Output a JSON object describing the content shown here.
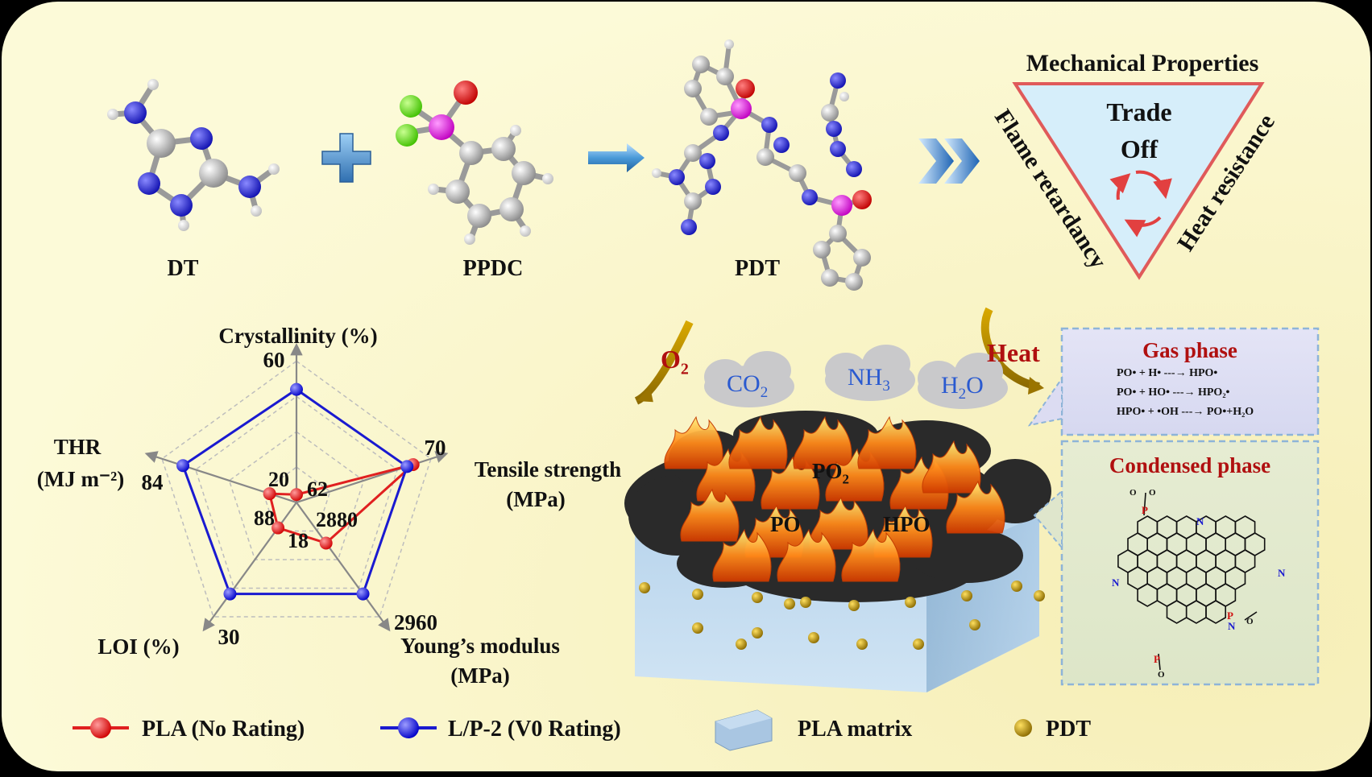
{
  "molecules": {
    "dt": "DT",
    "ppdc": "PPDC",
    "pdt": "PDT"
  },
  "triangle": {
    "top": "Mechanical Properties",
    "left": "Flame retardancy",
    "right": "Heat resistance",
    "center_line1": "Trade",
    "center_line2": "Off"
  },
  "radar": {
    "axes": [
      {
        "line1": "Crystallinity (%)",
        "line2": "",
        "max_label": "60"
      },
      {
        "line1": "Tensile strength",
        "line2": "(MPa)",
        "max_label": "70"
      },
      {
        "line1": "Young’s modulus",
        "line2": "(MPa)",
        "max_label": "2960"
      },
      {
        "line1": "LOI (%)",
        "line2": "",
        "max_label": "30"
      },
      {
        "line1": "THR",
        "line2": "(MJ m⁻²)",
        "max_label": "84"
      }
    ],
    "inner_labels": [
      "20",
      "62",
      "2880",
      "18",
      "88"
    ]
  },
  "chart_data": {
    "type": "radar",
    "axes": [
      "Crystallinity (%)",
      "Tensile strength (MPa)",
      "Young’s modulus (MPa)",
      "LOI (%)",
      "THR (MJ m⁻²)"
    ],
    "series": [
      {
        "name": "PLA (No Rating)",
        "color": "#e02020",
        "values": [
          20,
          62,
          2880,
          18,
          88
        ],
        "fraction_of_max": [
          0.05,
          0.78,
          0.32,
          0.2,
          0.18
        ]
      },
      {
        "name": "L/P-2 (V0 Rating)",
        "color": "#1a1ad0",
        "values": [
          60,
          70,
          2960,
          30,
          84
        ],
        "fraction_of_max": [
          0.72,
          0.74,
          0.72,
          0.72,
          0.76
        ]
      }
    ],
    "rings": 4
  },
  "gases": {
    "o2": "O",
    "o2_sub": "2",
    "co2": "CO",
    "co2_sub": "2",
    "nh3": "NH",
    "nh3_sub": "3",
    "h2o_h": "H",
    "h2o_sub": "2",
    "h2o_o": "O",
    "heat": "Heat"
  },
  "flame_labels": {
    "po2": "PO",
    "po2_sub": "2",
    "po": "PO",
    "hpo": "HPO"
  },
  "gas_phase": {
    "title": "Gas phase",
    "equations": [
      "PO• + H• ---→ HPO•",
      "PO• + HO• ---→ HPO₂•",
      "HPO• + •OH ---→ PO•+H₂O"
    ]
  },
  "condensed_phase": {
    "title": "Condensed phase",
    "atom_p": "P",
    "atom_o": "O",
    "atom_n": "N"
  },
  "legend": {
    "pla": "PLA (No Rating)",
    "lp2": "L/P-2 (V0 Rating)",
    "matrix": "PLA matrix",
    "pdt": "PDT"
  },
  "colors": {
    "background": "#fbf8d4",
    "red_series": "#e02020",
    "blue_series": "#1a1ad0",
    "title_red": "#b01010",
    "gas_blue": "#2a5ad0"
  }
}
